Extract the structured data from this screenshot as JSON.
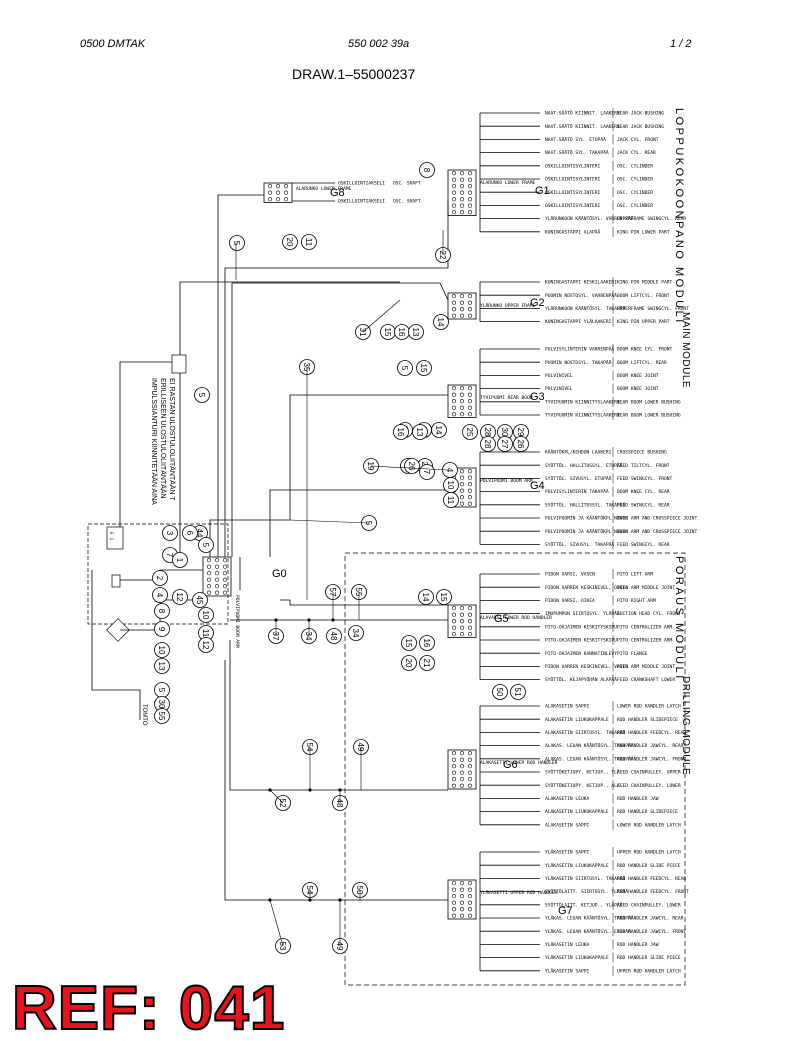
{
  "header": {
    "left": "0500  DMTAK",
    "mid": "550 002 39a",
    "right": "1  /  2"
  },
  "title": "DRAW.1–55000237",
  "ref": "REF: 041",
  "section_labels": {
    "loppu": "LOPPUKOKOONPANO MODULI",
    "main": "MAIN MODULE",
    "poraus": "PORAUS MODULI",
    "drilling": "DRILLING MODULE"
  },
  "left_note": [
    "IMPULSSIANTURI KIINNITETÄÄN AINA",
    "ERILLISEEN ULOSTULOLIITÄNTÄÄN",
    "EI RASTAN ULOSTULOLIITÄNTÄÄN T"
  ],
  "left_tag": "TOMTO",
  "groups": [
    {
      "id": "G1",
      "name": "ALARUNKO LOWER FRAME",
      "rows": [
        [
          "NAAT.SÄÄTÖ KIINNIT. LAAKERI",
          "REAR JACK BUSHING"
        ],
        [
          "NAAT.SÄÄTÖ KIINNIT. LAAKERI",
          "REAR JACK BUSHING"
        ],
        [
          "NAAT.SÄÄTÖ SYL. ETUPÄÄ",
          "JACK CYL. FRONT"
        ],
        [
          "NAAT.SÄÄTÖ SYL. TAKAPÄÄ",
          "JACK CYL. REAR"
        ],
        [
          "OSKILLOINTISYLINTERI",
          "OSC. CYLINDER"
        ],
        [
          "OSKILLOINTISYLINTERI",
          "OSC. CYLINDER"
        ],
        [
          "OSKILLOINTISYLINTERI",
          "OSC. CYLINDER"
        ],
        [
          "OSKILLOINTISYLINTERI",
          "OSC. CYLINDER"
        ],
        [
          "YLÄRUNKOON KÄÄNTÖSYL. VARREN PÄÄ",
          "UPPERFRAME SWINGCYL. REAR"
        ],
        [
          "KUNINGASTAPPI ALAPÄÄ",
          "KING PIN LOWER PART"
        ]
      ]
    },
    {
      "id": "G2",
      "name": "YLÄRUNKO UPPER FRAME",
      "rows": [
        [
          "KUNINGASTAPPI KESKILAAKERI",
          "KING PIN MIDDLE PART"
        ],
        [
          "PUOMIN NOSTOSYL. VARRENPÄÄ",
          "BOOM LIFTCYL. FRONT"
        ],
        [
          "YLÄRUNKOON KÄÄNTÖSYL. TAKAPÄÄ",
          "UPPERFRAME SWINGCYL. FRONT"
        ],
        [
          "KUNINGASTAPPI YLÄLAAKERI",
          "KING PIN UPPER PART"
        ]
      ]
    },
    {
      "id": "G3",
      "name": "TYVIPUOMI REAR BOOM",
      "rows": [
        [
          "POLVISYLINTERIN VARRENPÄÄ",
          "BOOM KNEE CYL. FRONT"
        ],
        [
          "PUOMIN NOSTOSYL. TAKAPÄÄ",
          "BOOM LIFTCYL. REAR"
        ],
        [
          "POLVINIVEL",
          "BOOM KNEE JOINT"
        ],
        [
          "POLVINIVEL",
          "BOOM KNEE JOINT"
        ],
        [
          "TYVIPUOMIN KIINNITYSLAAKERI",
          "REAR BOOM LOWER BUSHING"
        ],
        [
          "TYVIPUOMIN KIINNITYSLAAKERI",
          "REAR BOOM LOWER BUSHING"
        ]
      ]
    },
    {
      "id": "G4",
      "name": "POLVIPUOMI BOOM ARM",
      "rows": [
        [
          "KÄÄNTÖKPL/KEHDON LAAKERI",
          "CROSSPIECE BUSHING"
        ],
        [
          "SYÖTTÖL. HALLITUSSYL. ETUPÄÄ",
          "FEED TILTCYL. FRONT"
        ],
        [
          "SYÖTTÖL. SIVUSYL. ETUPÄÄ",
          "FEED SWINGCYL. FRONT"
        ],
        [
          "POLVISYLINTERIN TAKAPÄÄ",
          "BOOM KNEE CYL. REAR"
        ],
        [
          "SYÖTTÖL. HALLITUSSYL. TAKAPÄÄ",
          "FEED SWINGCYL. REAR"
        ],
        [
          "POLVIPUOMIN JA KÄÄNTÖKPL NIVEL",
          "BOOM ARM AND CROSSPIECE JOINT"
        ],
        [
          "POLVIPUOMIN JA KÄÄNTÖKPL NIVEL",
          "BOOM ARM AND CROSSPIECE JOINT"
        ],
        [
          "SYÖTTÖL. SIVUSYL. TAKAPÄÄ",
          "FEED SWINGCYL. REAR"
        ]
      ]
    },
    {
      "id": "G5",
      "name": "ALAVARSI LOWER ROD HANDLER",
      "rows": [
        [
          "PIDON VARSI, VASEN",
          "PITO LEFT ARM"
        ],
        [
          "PIDON VARREN KESKINIVEL, OIKEA",
          "PITO ARM MIDDLE JOINT"
        ],
        [
          "PIDON VARSI, OIKEA",
          "PITO RIGHT ARM"
        ],
        [
          "IMUPUMPUN SIIRTOSYL. YLÄPÄÄ",
          "SUCTION HEAD CYL. FRONT"
        ],
        [
          "PITO-OHJAIMEN KESKITYSKIPU",
          "PITO CENTRALIZER ARM"
        ],
        [
          "PITO-OHJAIMEN KESKITYSKIPU",
          "PITO CENTRALIZER ARM"
        ],
        [
          "PITO-OHJAIMEN KANNATINLEVY",
          "PITO FLANGE"
        ],
        [
          "PIDON VARREN KESKINIVEL, VASEN",
          "PITO ARM MIDDLE JOINT"
        ],
        [
          "SYÖTTÖL. KEJAPYÖRÄN ALAPÄÄ",
          "FEED CRANKSHAFT LOWER"
        ]
      ]
    },
    {
      "id": "G6",
      "name": "ALAKASETTI LOWER ROD HANDLER",
      "rows": [
        [
          "ALAKASETIN SAPPI",
          "LOWER ROD HANDLER LATCH"
        ],
        [
          "ALAKASETIN LIUKUKAPPALE",
          "ROD HANDLER SLIDEPIECE"
        ],
        [
          "ALAKASETIN SIIRTOSYL. TAKAPÄÄ",
          "ROD HANDLER FEEDCYL. REAR"
        ],
        [
          "ALAKAS. LEUAN KÄÄNTÖSYL. TAKAPÄÄ",
          "ROD HANDLER JAWCYL. REAR"
        ],
        [
          "ALAKAS. LEUAN KÄÄNTÖSYL. TAKAPÄÄ",
          "ROD HANDLER JAWCYL. FRONT"
        ],
        [
          "SYÖTTÖKETJUPY. KETJUP., YLÄ",
          "FEED CHAINPULLEY. UPPER"
        ],
        [
          "SYÖTTÖKETJUPY. KETJUP., ALA",
          "FEED CHAINPULLEY. LOWER"
        ],
        [
          "ALAKASETIN LEUKA",
          "ROD HANDLER JAW"
        ],
        [
          "ALAKASETIN LIUKUKAPPALE",
          "ROD HANDLER SLIDEPIECE"
        ],
        [
          "ALAKASETIN SAPPI",
          "LOWER ROD HANDLER LATCH"
        ]
      ]
    },
    {
      "id": "G7",
      "name": "YLÄKASETTI UPPER ROD HANDLER",
      "rows": [
        [
          "YLÄKASETIN SAPPI",
          "UPPER ROD HANDLER LATCH"
        ],
        [
          "YLÄKASETIN LIUKUKAPPALE",
          "ROD HANDLER SLIDE PIECE"
        ],
        [
          "YLÄKASETIN SIIRTOSYL. TAKAPÄÄ",
          "ROD HANDLER FEEDCYL. REAR"
        ],
        [
          "SYÖTTÖLAITT. SIIRTOSYL. YLÄPÄÄ",
          "ROD HANDLER FEEDCYL. FRONT"
        ],
        [
          "SYÖTTÖLAITT. KETJUP., YLÄPÄÄ",
          "FEED CHAINPULLEY. LOWER"
        ],
        [
          "YLÄKAS. LEUAN KÄÄNTÖSYL. TAKAPÄÄ",
          "ROD HANDLER JAWCYL. REAR"
        ],
        [
          "YLÄKAS. LEUAN KÄÄNTÖSYL. ETUPÄÄ",
          "ROD HANDLER JAWCYL. FRONT"
        ],
        [
          "YLÄKASETIN LEUKA",
          "ROD HANDLER JAW"
        ],
        [
          "YLÄKASETIN LIUKUKAPPALE",
          "ROD HANDLER SLIDE PIECE"
        ],
        [
          "YLÄKASETIN SAPPI",
          "UPPER ROD HANDLER LATCH"
        ]
      ]
    },
    {
      "id": "G8",
      "name": "ALARUNKO LOWER FRAME",
      "rows": [
        [
          "OSKILLOINTIAKSELI",
          "OSC. SHAFT"
        ],
        [
          "OSKILLOINTIAKSELI",
          "OSC. SHAFT"
        ]
      ]
    },
    {
      "id": "G0",
      "name": "POLVIPUOMI BOOM ARM",
      "rows": []
    }
  ],
  "bubbles": {
    "g1": [
      "8",
      "22"
    ],
    "g8": [
      "5",
      "20",
      "11"
    ],
    "g2": [
      "31",
      "15",
      "16",
      "13",
      "14"
    ],
    "g3": [
      "35",
      "5",
      "15",
      "10",
      "11",
      "16",
      "13",
      "14",
      "28",
      "30",
      "29",
      "28",
      "27",
      "26",
      "25"
    ],
    "g4": [
      "19",
      "16",
      "22",
      "7",
      "4",
      "5",
      "26",
      "10",
      "11"
    ],
    "g5": [
      "57",
      "55",
      "14",
      "15",
      "34",
      "20",
      "21",
      "15",
      "16",
      "50",
      "51"
    ],
    "g6": [
      "54",
      "49",
      "48",
      "52"
    ],
    "g7": [
      "54",
      "50",
      "49",
      "53"
    ],
    "center": [
      "37",
      "34",
      "48",
      "44",
      "5",
      "45",
      "10",
      "11",
      "12"
    ],
    "left": [
      "5",
      "3",
      "6",
      "7",
      "1",
      "2",
      "4",
      "8",
      "9",
      "10",
      "13",
      "5",
      "30",
      "55",
      "12"
    ]
  }
}
